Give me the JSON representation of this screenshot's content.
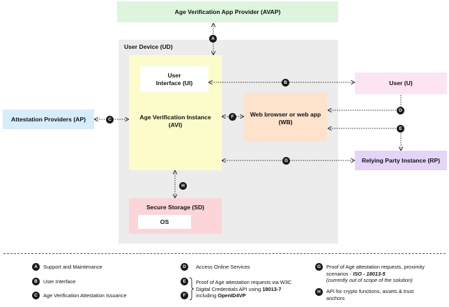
{
  "nodes": {
    "avap": "Age Verification App Provider (AVAP)",
    "ud": "User Device (UD)",
    "ui_line1": "User",
    "ui_line2": "Interface (UI)",
    "avi_line1": "Age Verification Instance",
    "avi_line2": "(AVI)",
    "wb_line1": "Web browser or web app",
    "wb_line2": "(WB)",
    "user": "User (U)",
    "ap": "Attestation Providers (AP)",
    "rp": "Relying Party Instance (RP)",
    "sd": "Secure Storage (SD)",
    "os": "OS"
  },
  "badges": {
    "a": "A",
    "b": "B",
    "c": "C",
    "d": "D",
    "e": "E",
    "f": "F",
    "g": "G",
    "h": "H"
  },
  "legend": {
    "a": "Support and Maintenance",
    "b": "User Interface",
    "c": "Age Verification Attestation Issuance",
    "d": "Access Online Services",
    "ef_line1": "Proof of Age attestation requests via W3C",
    "ef_line2_pre": "Digital Credentials API using ",
    "ef_line2_bold": "18013-7",
    "ef_line3_pre": "including ",
    "ef_line3_bold": "OpenID4VP",
    "g_line1": "Proof of Age attestation requests, proximity",
    "g_line2_pre": "scenarios - ",
    "g_line2_bold": "ISO - 18013-5",
    "g_line3": "(currently out of scope of the solution)",
    "h_line1": "API for crypto functions, assets & trust",
    "h_line2": "anchors"
  },
  "colors": {
    "avap": "#dcf5dc",
    "ud": "#ececec",
    "avi": "#fcfccb",
    "ui": "#ffffff",
    "wb": "#fde2cc",
    "user": "#fce4f3",
    "ap": "#d6edfb",
    "rp": "#e4d4f8",
    "sd": "#fbd5d8"
  }
}
